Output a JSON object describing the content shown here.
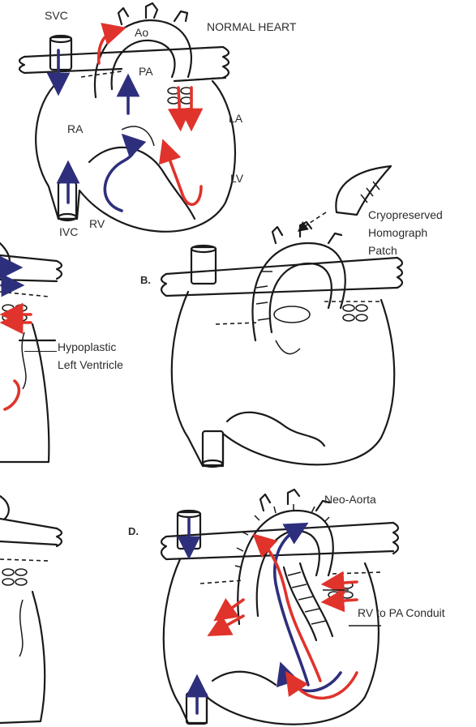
{
  "title": "NORMAL HEART",
  "labels": {
    "svc": "SVC",
    "ao": "Ao",
    "pa": "PA",
    "la": "LA",
    "ra": "RA",
    "lv": "LV",
    "ivc": "IVC",
    "rv": "RV",
    "hypoplastic": "Hypoplastic",
    "left_ventricle": "Left Ventricle",
    "cryopreserved": "Cryopreserved",
    "homograph": "Homograph",
    "patch": "Patch",
    "neo_aorta": "Neo-Aorta",
    "rv_pa_conduit": "RV to PA Conduit"
  },
  "panels": {
    "b": "B.",
    "d": "D."
  },
  "colors": {
    "deoxygenated_flow": "#2e2f7c",
    "oxygenated_flow": "#e0332b",
    "outline": "#1a1a1a"
  }
}
